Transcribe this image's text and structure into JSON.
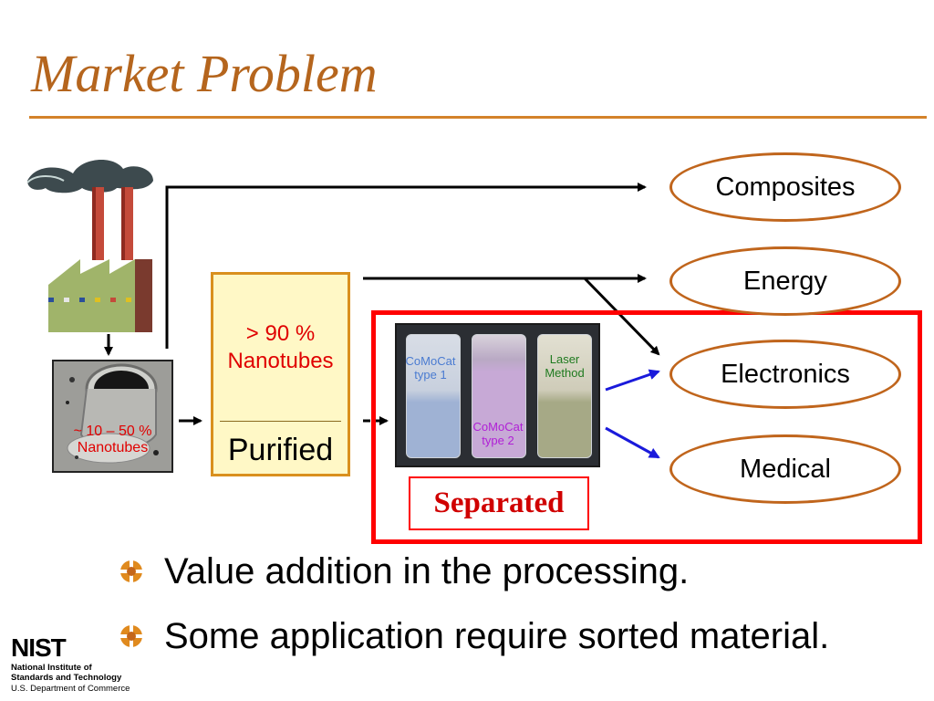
{
  "title": "Market Problem",
  "stages": {
    "raw": {
      "label": "~ 10 – 50 % Nanotubes"
    },
    "purified": {
      "percentage": "> 90 % Nanotubes",
      "label": "Purified"
    },
    "separated": {
      "label": "Separated",
      "vials": [
        {
          "label": "CoMoCat type 1",
          "color": "#4a7bd1"
        },
        {
          "label": "CoMoCat type 2",
          "color": "#b01fd6"
        },
        {
          "label": "Laser Method",
          "color": "#1f7a1f"
        }
      ]
    }
  },
  "applications": [
    "Composites",
    "Energy",
    "Electronics",
    "Medical"
  ],
  "bullets": [
    "Value addition in the processing.",
    "Some application require sorted material."
  ],
  "logo": {
    "name": "NIST",
    "line1": "National Institute of",
    "line2": "Standards and Technology",
    "line3": "U.S. Department of Commerce"
  },
  "colors": {
    "accent": "#b5651d",
    "highlight": "#ff0000",
    "arrow_blue": "#1a1adb",
    "oval_border": "#c0651c"
  }
}
